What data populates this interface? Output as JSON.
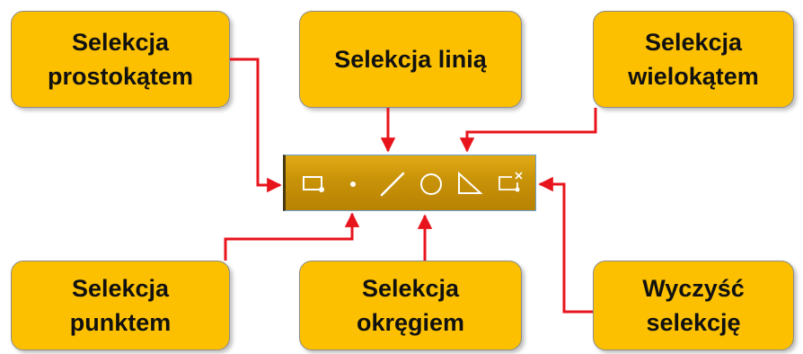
{
  "callouts": {
    "rectangle": {
      "line1": "Selekcja",
      "line2": "prostokątem"
    },
    "line": {
      "line1": "Selekcja linią"
    },
    "polygon": {
      "line1": "Selekcja",
      "line2": "wielokątem"
    },
    "point": {
      "line1": "Selekcja",
      "line2": "punktem"
    },
    "circle": {
      "line1": "Selekcja",
      "line2": "okręgiem"
    },
    "clear": {
      "line1": "Wyczyść",
      "line2": "selekcję"
    }
  },
  "toolbar": {
    "tools": [
      {
        "id": "rectangle",
        "icon": "rectangle-select-icon"
      },
      {
        "id": "point",
        "icon": "point-select-icon"
      },
      {
        "id": "line",
        "icon": "line-select-icon"
      },
      {
        "id": "circle",
        "icon": "circle-select-icon"
      },
      {
        "id": "polygon",
        "icon": "polygon-select-icon"
      },
      {
        "id": "clear",
        "icon": "clear-selection-icon"
      }
    ]
  },
  "colors": {
    "callout_fill": "#fcc000",
    "toolbar_fill": "#c89208",
    "connector": "#e8141c",
    "icon": "#ffffff"
  }
}
